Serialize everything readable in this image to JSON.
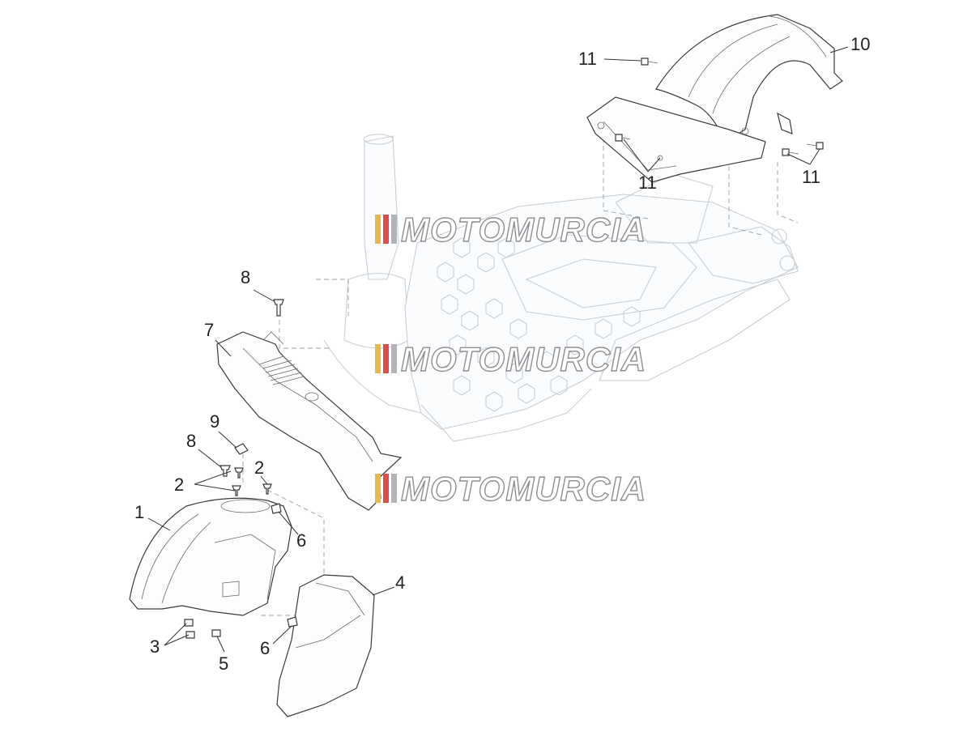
{
  "watermark": {
    "text": "MOTOMURCIA",
    "stripe_colors": [
      "#e8b94a",
      "#e04b4b",
      "#b0b3b8"
    ]
  },
  "callouts": [
    "1",
    "2",
    "2",
    "3",
    "4",
    "5",
    "6",
    "6",
    "7",
    "8",
    "8",
    "9",
    "10",
    "11",
    "11",
    "11"
  ]
}
